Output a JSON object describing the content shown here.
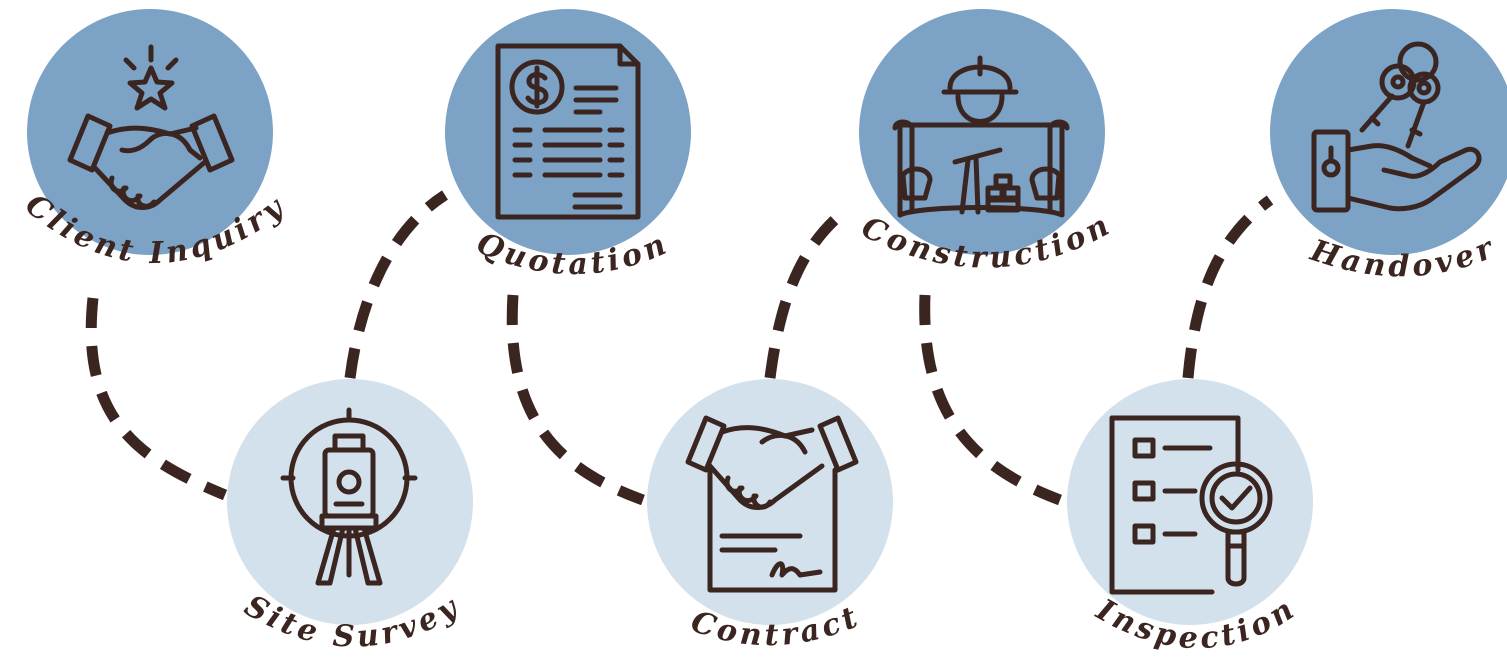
{
  "colors": {
    "dark_circle": "#7ca2c6",
    "light_circle": "#d3e1ec",
    "ink": "#3a2520",
    "connector": "#3a2520"
  },
  "steps": [
    {
      "label": "Client Inquiry",
      "icon": "handshake-star-icon",
      "tone": "dark"
    },
    {
      "label": "Site Survey",
      "icon": "theodolite-icon",
      "tone": "light"
    },
    {
      "label": "Quotation",
      "icon": "invoice-icon",
      "tone": "dark"
    },
    {
      "label": "Contract",
      "icon": "contract-handshake-icon",
      "tone": "light"
    },
    {
      "label": "Construction",
      "icon": "builder-blueprint-icon",
      "tone": "dark"
    },
    {
      "label": "Inspection",
      "icon": "checklist-magnifier-icon",
      "tone": "light"
    },
    {
      "label": "Handover",
      "icon": "keys-hand-icon",
      "tone": "dark"
    }
  ]
}
